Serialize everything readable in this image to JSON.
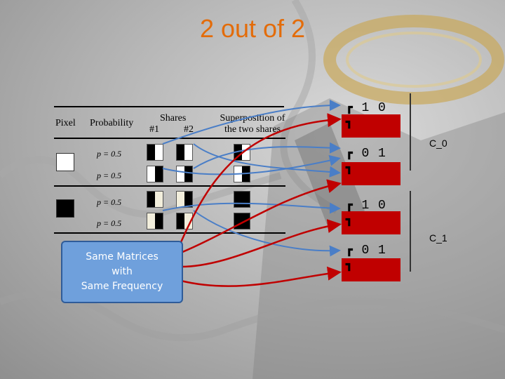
{
  "title": "2 out of 2",
  "table": {
    "header_pixel": "Pixel",
    "header_probability": "Probability",
    "header_shares": "Shares",
    "header_share1": "#1",
    "header_share2": "#2",
    "header_superposition_line1": "Superposition of",
    "header_superposition_line2": "the two shares",
    "probabilities": [
      "p = 0.5",
      "p = 0.5",
      "p = 0.5",
      "p = 0.5"
    ]
  },
  "matrices": [
    {
      "code": "1 0",
      "group": "C_0"
    },
    {
      "code": "0 1",
      "group": "C_0"
    },
    {
      "code": "1 0",
      "group": "C_1"
    },
    {
      "code": "0 1",
      "group": "C_1"
    }
  ],
  "groups": {
    "c0": "C_0",
    "c1": "C_1"
  },
  "note": {
    "line1": "Same Matrices",
    "line2": "with",
    "line3": "Same Frequency"
  },
  "colors": {
    "title": "#e36c0a",
    "matrix_box": "#c00000",
    "note_fill": "#6fa0dc",
    "arrow_red": "#c00000",
    "arrow_blue": "#4a7ec7"
  }
}
